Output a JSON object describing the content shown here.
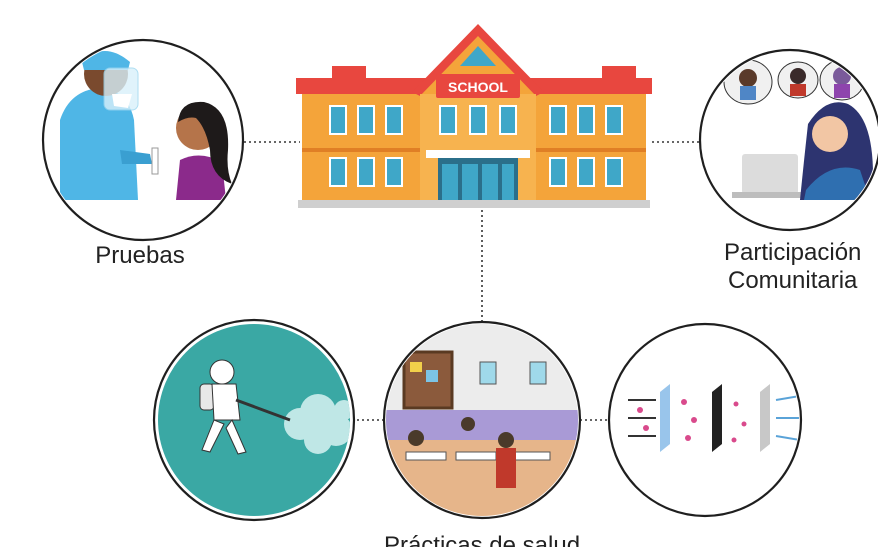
{
  "school": {
    "sign": "SCHOOL"
  },
  "labels": {
    "pruebas": "Pruebas",
    "participacion_line1": "Participación",
    "participacion_line2": "Comunitaria",
    "practicas": "Prácticas de salud"
  },
  "colors": {
    "outline": "#1f1f1f",
    "connector": "#333333",
    "school_wall": "#f4a43a",
    "school_roof": "#e8473f",
    "window": "#3fa7c8",
    "spray_bg": "#3aa8a4"
  },
  "icons": [
    "covid-test-icon",
    "school-building-icon",
    "community-participation-icon",
    "disinfection-spray-icon",
    "classroom-icon",
    "air-filter-icon"
  ]
}
